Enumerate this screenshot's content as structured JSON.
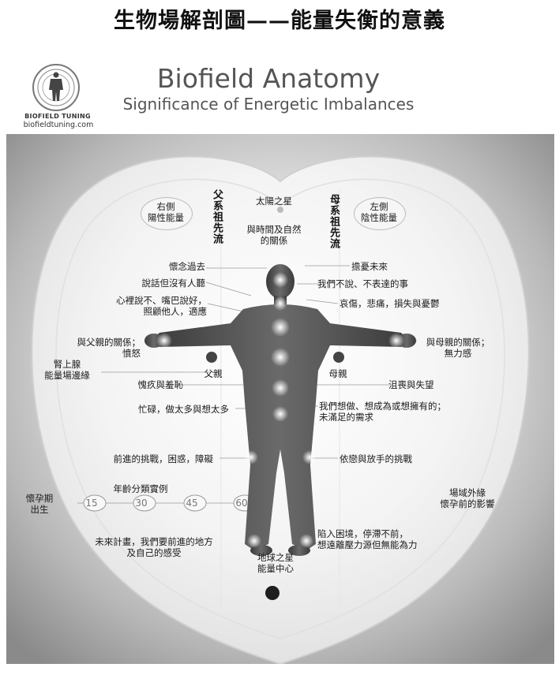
{
  "page_title": "生物場解剖圖——能量失衡的意義",
  "brand": {
    "name": "BIOFIELD TUNING",
    "url": "biofieldtuning.com"
  },
  "title": "Biofield Anatomy",
  "subtitle": "Significance of Energetic Imbalances",
  "vertical_labels": {
    "father_lineage": "父系祖先流",
    "mother_lineage": "母系祖先流"
  },
  "side_labels": {
    "right_side": "右側\n陽性能量",
    "left_side": "左側\n陰性能量"
  },
  "top": {
    "sun_star": "太陽之星",
    "time_nature": "與時間及自然\n的關係"
  },
  "left_labels": [
    "懷念過去",
    "說話但沒有人聽",
    "心裡說不、嘴巴說好，\n照顧他人，適應",
    "與父親的關係；\n憤怒",
    "腎上腺\n能量場邊緣",
    "愧疚與羞恥",
    "忙碌，做太多與想太多",
    "前進的挑戰，困惑，障礙",
    "未來計畫，我們要前進的地方\n及自己的感受"
  ],
  "right_labels": [
    "擔憂未來",
    "我們不說、不表達的事",
    "哀傷，悲痛，損失與憂鬱",
    "與母親的關係；\n無力感",
    "沮喪與失望",
    "我們想做、想成為或想擁有的；\n未滿足的需求",
    "依戀與放手的挑戰",
    "陷入困境，停滯不前，\n想遠離壓力源但無能為力"
  ],
  "father": "父親",
  "mother": "母親",
  "age_timeline": {
    "title": "年齡分類實例",
    "start": "懷孕期\n出生",
    "ages": [
      "15",
      "30",
      "45",
      "60"
    ]
  },
  "outer_edge": "場域外緣\n懷孕前的影響",
  "earth_star": "地球之星\n能量中心",
  "colors": {
    "background_dark": "#6a6a6a",
    "field_light": "#f2f2f2",
    "figure": "#3a3a3a",
    "text": "#1a1a1a"
  }
}
